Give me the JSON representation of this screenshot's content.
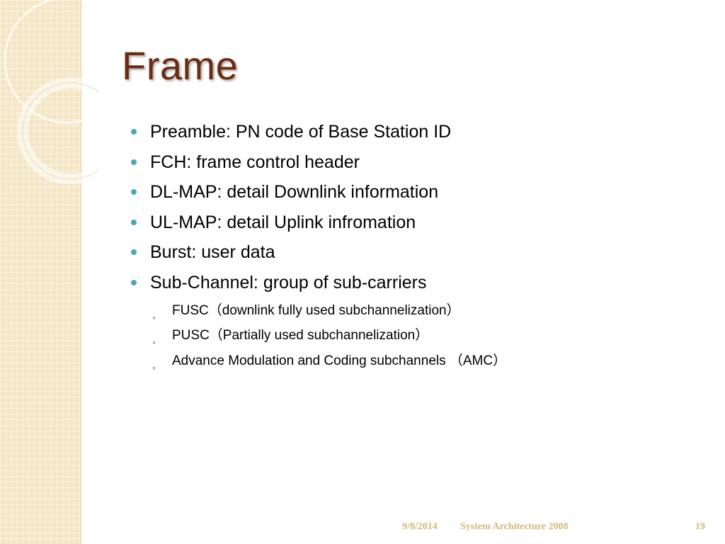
{
  "slide": {
    "title": "Frame",
    "bullets": [
      "Preamble: PN code of Base Station ID",
      "FCH: frame control header",
      "DL-MAP: detail Downlink information",
      "UL-MAP: detail Uplink infromation",
      "Burst: user data",
      "Sub-Channel: group of sub-carriers"
    ],
    "sub_bullets": [
      "FUSC（downlink fully used subchannelization）",
      "PUSC（Partially used subchannelization）",
      "Advance Modulation and Coding subchannels （AMC）"
    ],
    "bullet_marker": "●",
    "sub_bullet_marker": "◦"
  },
  "footer": {
    "date": "9/8/2014",
    "title": "System Architecture 2008",
    "page_number": "19"
  },
  "colors": {
    "title": "#6b2d12",
    "bullet_dot": "#4ba7b5",
    "footer_text": "#d3b97a",
    "side_panel": "#f4e6c4"
  }
}
